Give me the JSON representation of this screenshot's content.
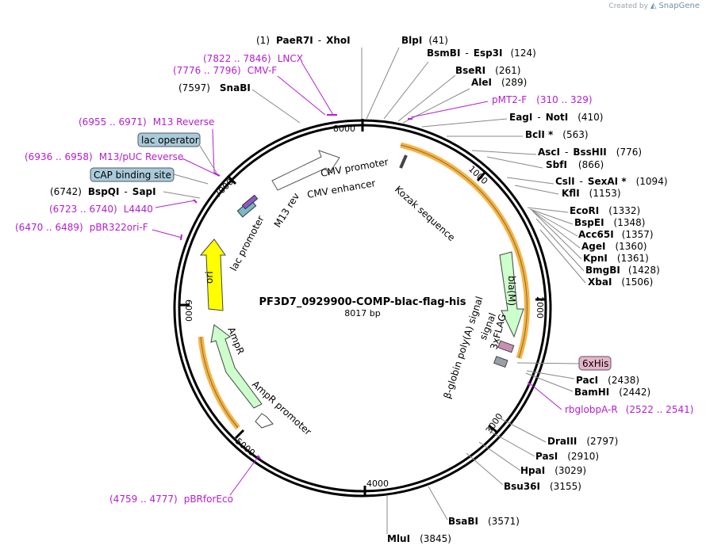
{
  "credit": {
    "prefix": "Created by",
    "brand": "SnapGene"
  },
  "plasmid": {
    "name": "PF3D7_0929900-COMP-blac-flag-his",
    "length": "8017 bp"
  },
  "ticks": [
    "1000",
    "2000",
    "3000",
    "4000",
    "5000",
    "6000",
    "7000",
    "8000"
  ],
  "enzymes": [
    {
      "pos": "(1)",
      "label": "PaeR7I",
      "label2": "XhoI",
      "prefix_pos": true
    },
    {
      "label": "BlpI",
      "pos": "(41)"
    },
    {
      "label": "BsmBI",
      "label2": "Esp3I",
      "pos": "(124)"
    },
    {
      "label": "BseRI",
      "pos": "(261)"
    },
    {
      "label": "AleI",
      "pos": "(289)"
    },
    {
      "label": "EagI",
      "label2": "NotI",
      "pos": "(410)"
    },
    {
      "label": "BclI *",
      "pos": "(563)"
    },
    {
      "label": "AscI",
      "label2": "BssHII",
      "pos": "(776)"
    },
    {
      "label": "SbfI",
      "pos": "(866)"
    },
    {
      "label": "CslI",
      "label2": "SexAI *",
      "pos": "(1094)"
    },
    {
      "label": "KflI",
      "pos": "(1153)"
    },
    {
      "label": "EcoRI",
      "pos": "(1332)"
    },
    {
      "label": "BspEI",
      "pos": "(1348)"
    },
    {
      "label": "Acc65I",
      "pos": "(1357)"
    },
    {
      "label": "AgeI",
      "pos": "(1360)"
    },
    {
      "label": "KpnI",
      "pos": "(1361)"
    },
    {
      "label": "BmgBI",
      "pos": "(1428)"
    },
    {
      "label": "XbaI",
      "pos": "(1506)"
    },
    {
      "label": "PacI",
      "pos": "(2438)"
    },
    {
      "label": "BamHI",
      "pos": "(2442)"
    },
    {
      "label": "DraIII",
      "pos": "(2797)"
    },
    {
      "label": "PasI",
      "pos": "(2910)"
    },
    {
      "label": "HpaI",
      "pos": "(3029)"
    },
    {
      "label": "Bsu36I",
      "pos": "(3155)"
    },
    {
      "label": "BsaBI",
      "pos": "(3571)"
    },
    {
      "label": "MluI",
      "pos": "(3845)"
    },
    {
      "pos": "(7597)",
      "label": "SnaBI",
      "prefix_pos": true
    },
    {
      "pos": "(6742)",
      "label": "BspQI",
      "label2": "SapI",
      "prefix_pos": true
    }
  ],
  "primers": [
    {
      "range": "(7822 .. 7846)",
      "label": "LNCX"
    },
    {
      "range": "(7776 .. 7796)",
      "label": "CMV-F"
    },
    {
      "label": "pMT2-F",
      "range": "(310 .. 329)"
    },
    {
      "range": "(6955 .. 6971)",
      "label": "M13 Reverse"
    },
    {
      "range": "(6936 .. 6958)",
      "label": "M13/pUC Reverse"
    },
    {
      "range": "(6723 .. 6740)",
      "label": "L4440"
    },
    {
      "range": "(6470 .. 6489)",
      "label": "pBR322ori-F"
    },
    {
      "label": "rbglobpA-R",
      "range": "(2522 .. 2541)"
    },
    {
      "range": "(4759 .. 4777)",
      "label": "pBRforEco"
    }
  ],
  "boxed_labels": [
    "lac operator",
    "CAP binding site",
    "6xHis"
  ],
  "features": {
    "cmv_promoter": "CMV promoter",
    "cmv_enhancer": "CMV enhancer",
    "kozak": "Kozak sequence",
    "m13_rev": "M13 rev",
    "lac_promoter": "lac promoter",
    "ori": "ori",
    "bla": "bla(M)",
    "signal": "signal",
    "flag": "3xFLAG",
    "polya": "β-globin poly(A) signal",
    "ampr": "AmpR",
    "ampr_promoter": "AmpR promoter"
  },
  "colors": {
    "primer": "#b41ed2",
    "ori": "#ffff00",
    "ampr": "#ccffcc",
    "orf_arc": "#f5a623",
    "boxed_blue": "#a9cbd9",
    "boxed_pink": "#e8b4c8"
  }
}
